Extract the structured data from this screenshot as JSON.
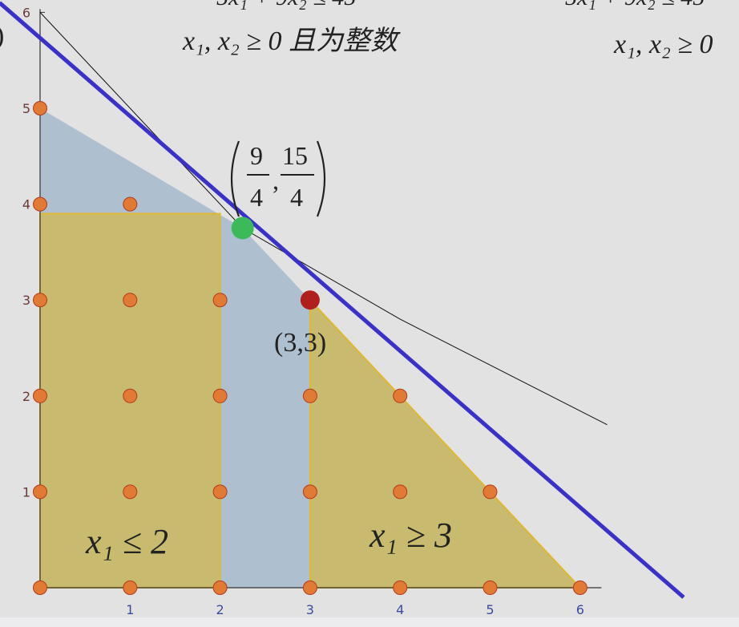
{
  "header": {
    "left_constraint": "x₁, x₂ ≥ 0 且为整数",
    "right_constraint": "x₁, x₂ ≥ 0"
  },
  "chart_data": {
    "type": "scatter",
    "title": "",
    "xlabel": "",
    "ylabel": "",
    "xlim": [
      0,
      6.2
    ],
    "ylim": [
      0,
      6
    ],
    "x_ticks": [
      "1",
      "2",
      "3",
      "4",
      "5",
      "6"
    ],
    "y_ticks": [
      "1",
      "2",
      "3",
      "4",
      "5",
      "6"
    ],
    "colors": {
      "feasible_lp": "#aebfd0",
      "branch_region": "#c8bb6f",
      "objective_line": "#3a32c8",
      "lattice_point": "#e07a35",
      "lp_optimum": "#3cba5a",
      "ip_optimum": "#b01e1e",
      "tick_label_x": "#3a4aa0",
      "tick_label_y": "#6a3a3a"
    },
    "lp_feasible_region": [
      [
        0,
        0
      ],
      [
        0,
        5
      ],
      [
        2.25,
        3.75
      ],
      [
        6,
        0
      ]
    ],
    "branch_regions": [
      {
        "label": "x₁ ≤ 2",
        "polygon": [
          [
            0,
            0
          ],
          [
            0,
            3.9
          ],
          [
            2,
            3.9
          ],
          [
            2,
            0
          ]
        ]
      },
      {
        "label": "x₁ ≥ 3",
        "polygon": [
          [
            3,
            0
          ],
          [
            3,
            3
          ],
          [
            6,
            0
          ]
        ]
      }
    ],
    "objective_line": {
      "from": [
        -0.45,
        6.1
      ],
      "to": [
        7.15,
        -0.1
      ]
    },
    "thin_line": {
      "points": [
        [
          0,
          6
        ],
        [
          2.25,
          3.75
        ],
        [
          4,
          2.8
        ],
        [
          6.3,
          1.7
        ]
      ]
    },
    "lattice_points": [
      [
        0,
        5
      ],
      [
        0,
        4
      ],
      [
        1,
        4
      ],
      [
        0,
        3
      ],
      [
        1,
        3
      ],
      [
        2,
        3
      ],
      [
        0,
        2
      ],
      [
        1,
        2
      ],
      [
        2,
        2
      ],
      [
        3,
        2
      ],
      [
        4,
        2
      ],
      [
        0,
        1
      ],
      [
        1,
        1
      ],
      [
        2,
        1
      ],
      [
        3,
        1
      ],
      [
        4,
        1
      ],
      [
        5,
        1
      ],
      [
        0,
        0
      ],
      [
        1,
        0
      ],
      [
        2,
        0
      ],
      [
        3,
        0
      ],
      [
        4,
        0
      ],
      [
        5,
        0
      ],
      [
        6,
        0
      ]
    ],
    "lp_optimum": {
      "x": 2.25,
      "y": 3.75,
      "label_x_num": "9",
      "label_x_den": "4",
      "label_y_num": "15",
      "label_y_den": "4"
    },
    "ip_optimum": {
      "x": 3,
      "y": 3,
      "label": "(3,3)"
    },
    "annotations": [
      "x₁ ≤ 2",
      "x₁ ≥ 3"
    ]
  }
}
